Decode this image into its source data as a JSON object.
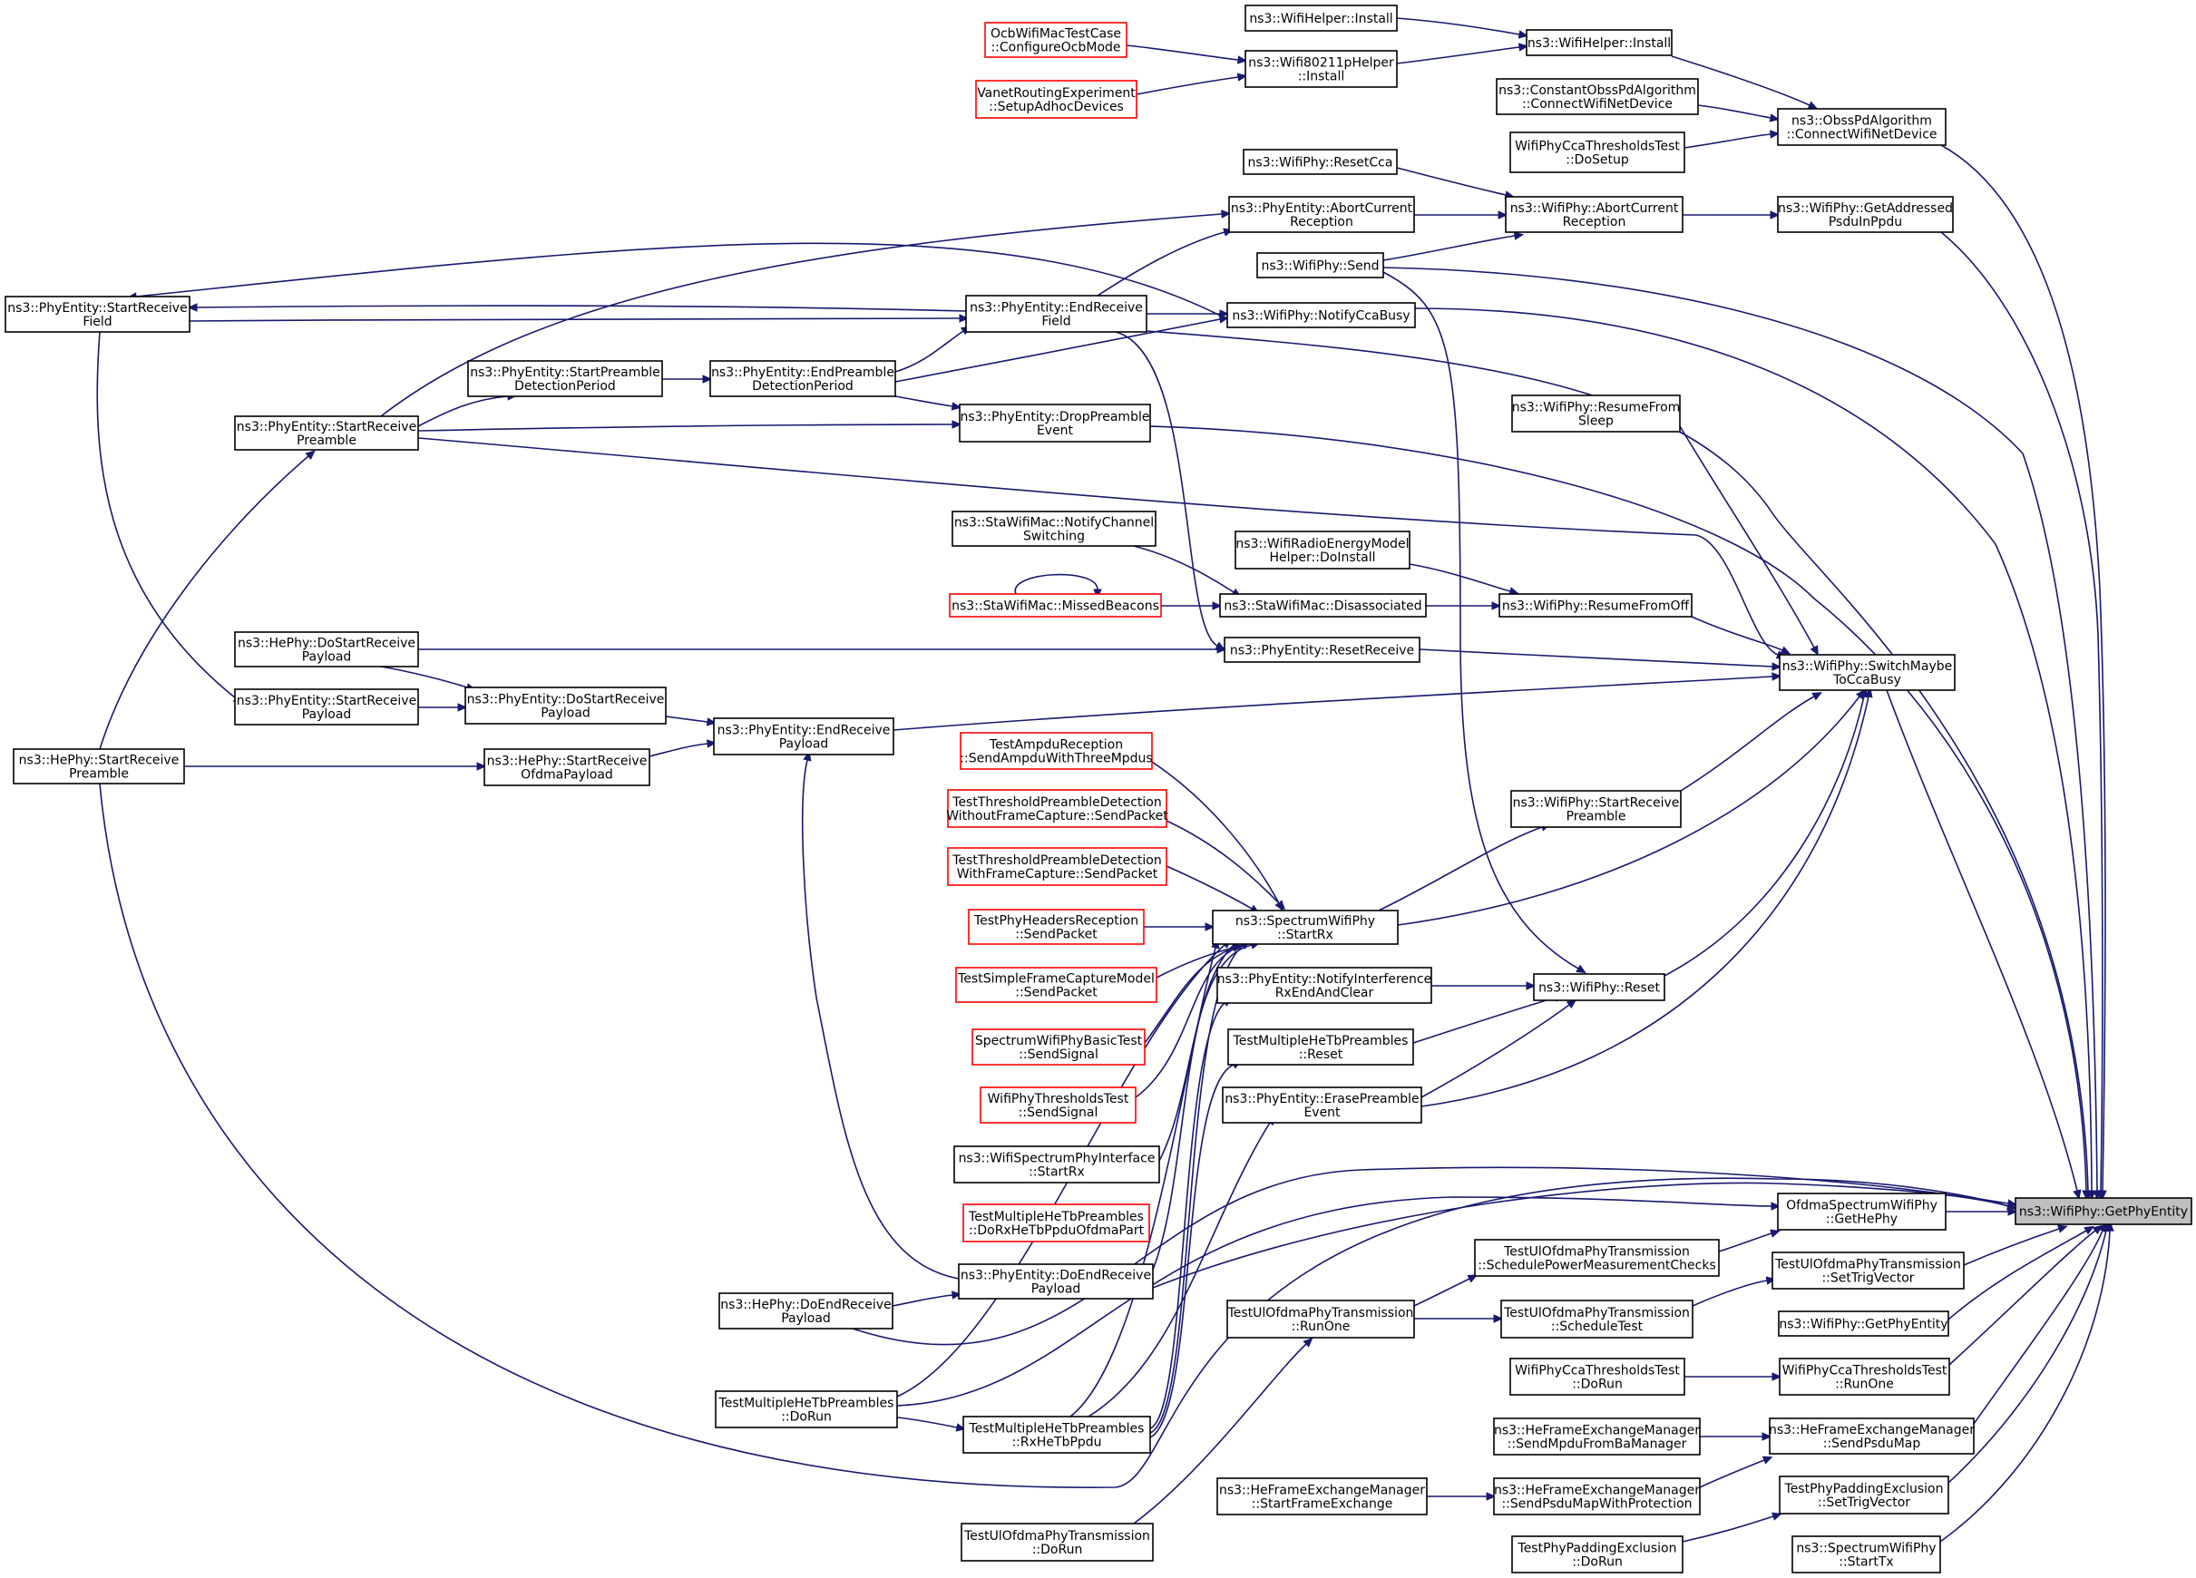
{
  "graph": {
    "title": "",
    "edge_color": "#191970",
    "border_colors": {
      "normal": "#000000",
      "not_documented": "#ff0000"
    },
    "highlight_fill": "#bfbfbf",
    "nodes": [
      {
        "id": "n0",
        "label": [
          "ns3::WifiPhy::GetPhyEntity"
        ],
        "kind": "highlight"
      },
      {
        "id": "n1",
        "label": [
          "ns3::ObssPdAlgorithm",
          "::ConnectWifiNetDevice"
        ]
      },
      {
        "id": "n2",
        "label": [
          "ns3::WifiHelper::Install"
        ]
      },
      {
        "id": "n3",
        "label": [
          "ns3::WifiHelper::Install"
        ]
      },
      {
        "id": "n4",
        "label": [
          "ns3::Wifi80211pHelper",
          "::Install"
        ]
      },
      {
        "id": "n5",
        "label": [
          "OcbWifiMacTestCase",
          "::ConfigureOcbMode"
        ],
        "kind": "red"
      },
      {
        "id": "n6",
        "label": [
          "VanetRoutingExperiment",
          "::SetupAdhocDevices"
        ],
        "kind": "red"
      },
      {
        "id": "n7",
        "label": [
          "ns3::ConstantObssPdAlgorithm",
          "::ConnectWifiNetDevice"
        ]
      },
      {
        "id": "n8",
        "label": [
          "WifiPhyCcaThresholdsTest",
          "::DoSetup"
        ]
      },
      {
        "id": "n9",
        "label": [
          "ns3::WifiPhy::GetAddressed",
          "PsduInPpdu"
        ]
      },
      {
        "id": "n10",
        "label": [
          "ns3::WifiPhy::AbortCurrent",
          "Reception"
        ]
      },
      {
        "id": "n11",
        "label": [
          "ns3::WifiPhy::ResetCca"
        ]
      },
      {
        "id": "n12",
        "label": [
          "ns3::PhyEntity::AbortCurrent",
          "Reception"
        ]
      },
      {
        "id": "n13",
        "label": [
          "ns3::WifiPhy::Send"
        ]
      },
      {
        "id": "n14",
        "label": [
          "ns3::PhyEntity::EndReceive",
          "Field"
        ]
      },
      {
        "id": "n15",
        "label": [
          "ns3::WifiPhy::NotifyCcaBusy"
        ]
      },
      {
        "id": "n16",
        "label": [
          "ns3::PhyEntity::StartReceive",
          "Field"
        ]
      },
      {
        "id": "n17",
        "label": [
          "ns3::PhyEntity::EndPreamble",
          "DetectionPeriod"
        ]
      },
      {
        "id": "n18",
        "label": [
          "ns3::PhyEntity::StartPreamble",
          "DetectionPeriod"
        ]
      },
      {
        "id": "n19",
        "label": [
          "ns3::PhyEntity::StartReceive",
          "Preamble"
        ]
      },
      {
        "id": "n20",
        "label": [
          "ns3::PhyEntity::DropPreamble",
          "Event"
        ]
      },
      {
        "id": "n21",
        "label": [
          "ns3::WifiPhy::ResumeFrom",
          "Sleep"
        ]
      },
      {
        "id": "n22",
        "label": [
          "ns3::StaWifiMac::NotifyChannel",
          "Switching"
        ]
      },
      {
        "id": "n23",
        "label": [
          "ns3::WifiRadioEnergyModel",
          "Helper::DoInstall"
        ]
      },
      {
        "id": "n24",
        "label": [
          "ns3::StaWifiMac::MissedBeacons"
        ],
        "kind": "red"
      },
      {
        "id": "n25",
        "label": [
          "ns3::StaWifiMac::Disassociated"
        ]
      },
      {
        "id": "n26",
        "label": [
          "ns3::WifiPhy::ResumeFromOff"
        ]
      },
      {
        "id": "n27",
        "label": [
          "ns3::HePhy::DoStartReceive",
          "Payload"
        ]
      },
      {
        "id": "n28",
        "label": [
          "ns3::PhyEntity::ResetReceive"
        ]
      },
      {
        "id": "n29",
        "label": [
          "ns3::WifiPhy::SwitchMaybe",
          "ToCcaBusy"
        ]
      },
      {
        "id": "n30",
        "label": [
          "ns3::PhyEntity::StartReceive",
          "Payload"
        ]
      },
      {
        "id": "n31",
        "label": [
          "ns3::PhyEntity::DoStartReceive",
          "Payload"
        ]
      },
      {
        "id": "n32",
        "label": [
          "ns3::PhyEntity::EndReceive",
          "Payload"
        ]
      },
      {
        "id": "n33",
        "label": [
          "ns3::HePhy::StartReceive",
          "Preamble"
        ]
      },
      {
        "id": "n34",
        "label": [
          "ns3::HePhy::StartReceive",
          "OfdmaPayload"
        ]
      },
      {
        "id": "n35",
        "label": [
          "TestAmpduReception",
          "::SendAmpduWithThreeMpdus"
        ],
        "kind": "red"
      },
      {
        "id": "n36",
        "label": [
          "TestThresholdPreambleDetection",
          "WithoutFrameCapture::SendPacket"
        ],
        "kind": "red"
      },
      {
        "id": "n37",
        "label": [
          "TestThresholdPreambleDetection",
          "WithFrameCapture::SendPacket"
        ],
        "kind": "red"
      },
      {
        "id": "n38",
        "label": [
          "TestPhyHeadersReception",
          "::SendPacket"
        ],
        "kind": "red"
      },
      {
        "id": "n39",
        "label": [
          "ns3::SpectrumWifiPhy",
          "::StartRx"
        ]
      },
      {
        "id": "n40",
        "label": [
          "ns3::WifiPhy::StartReceive",
          "Preamble"
        ]
      },
      {
        "id": "n41",
        "label": [
          "TestSimpleFrameCaptureModel",
          "::SendPacket"
        ],
        "kind": "red"
      },
      {
        "id": "n42",
        "label": [
          "ns3::PhyEntity::NotifyInterference",
          "RxEndAndClear"
        ]
      },
      {
        "id": "n43",
        "label": [
          "ns3::WifiPhy::Reset"
        ]
      },
      {
        "id": "n44",
        "label": [
          "SpectrumWifiPhyBasicTest",
          "::SendSignal"
        ],
        "kind": "red"
      },
      {
        "id": "n45",
        "label": [
          "TestMultipleHeTbPreambles",
          "::Reset"
        ]
      },
      {
        "id": "n46",
        "label": [
          "WifiPhyThresholdsTest",
          "::SendSignal"
        ],
        "kind": "red"
      },
      {
        "id": "n47",
        "label": [
          "ns3::PhyEntity::ErasePreamble",
          "Event"
        ]
      },
      {
        "id": "n48",
        "label": [
          "ns3::WifiSpectrumPhyInterface",
          "::StartRx"
        ]
      },
      {
        "id": "n49",
        "label": [
          "TestMultipleHeTbPreambles",
          "::DoRxHeTbPpduOfdmaPart"
        ],
        "kind": "red"
      },
      {
        "id": "n50",
        "label": [
          "OfdmaSpectrumWifiPhy",
          "::GetHePhy"
        ]
      },
      {
        "id": "n51",
        "label": [
          "TestUlOfdmaPhyTransmission",
          "::SchedulePowerMeasurementChecks"
        ]
      },
      {
        "id": "n52",
        "label": [
          "TestUlOfdmaPhyTransmission",
          "::SetTrigVector"
        ]
      },
      {
        "id": "n53",
        "label": [
          "ns3::PhyEntity::DoEndReceive",
          "Payload"
        ]
      },
      {
        "id": "n54",
        "label": [
          "ns3::HePhy::DoEndReceive",
          "Payload"
        ]
      },
      {
        "id": "n55",
        "label": [
          "TestUlOfdmaPhyTransmission",
          "::RunOne"
        ]
      },
      {
        "id": "n56",
        "label": [
          "TestUlOfdmaPhyTransmission",
          "::ScheduleTest"
        ]
      },
      {
        "id": "n57",
        "label": [
          "ns3::WifiPhy::GetPhyEntity"
        ]
      },
      {
        "id": "n58",
        "label": [
          "WifiPhyCcaThresholdsTest",
          "::DoRun"
        ]
      },
      {
        "id": "n59",
        "label": [
          "WifiPhyCcaThresholdsTest",
          "::RunOne"
        ]
      },
      {
        "id": "n60",
        "label": [
          "TestMultipleHeTbPreambles",
          "::DoRun"
        ]
      },
      {
        "id": "n61",
        "label": [
          "TestMultipleHeTbPreambles",
          "::RxHeTbPpdu"
        ]
      },
      {
        "id": "n62",
        "label": [
          "ns3::HeFrameExchangeManager",
          "::SendMpduFromBaManager"
        ]
      },
      {
        "id": "n63",
        "label": [
          "ns3::HeFrameExchangeManager",
          "::SendPsduMap"
        ]
      },
      {
        "id": "n64",
        "label": [
          "ns3::HeFrameExchangeManager",
          "::StartFrameExchange"
        ]
      },
      {
        "id": "n65",
        "label": [
          "ns3::HeFrameExchangeManager",
          "::SendPsduMapWithProtection"
        ]
      },
      {
        "id": "n66",
        "label": [
          "TestPhyPaddingExclusion",
          "::SetTrigVector"
        ]
      },
      {
        "id": "n67",
        "label": [
          "TestUlOfdmaPhyTransmission",
          "::DoRun"
        ]
      },
      {
        "id": "n68",
        "label": [
          "TestPhyPaddingExclusion",
          "::DoRun"
        ]
      },
      {
        "id": "n69",
        "label": [
          "ns3::SpectrumWifiPhy",
          "::StartTx"
        ]
      }
    ]
  }
}
